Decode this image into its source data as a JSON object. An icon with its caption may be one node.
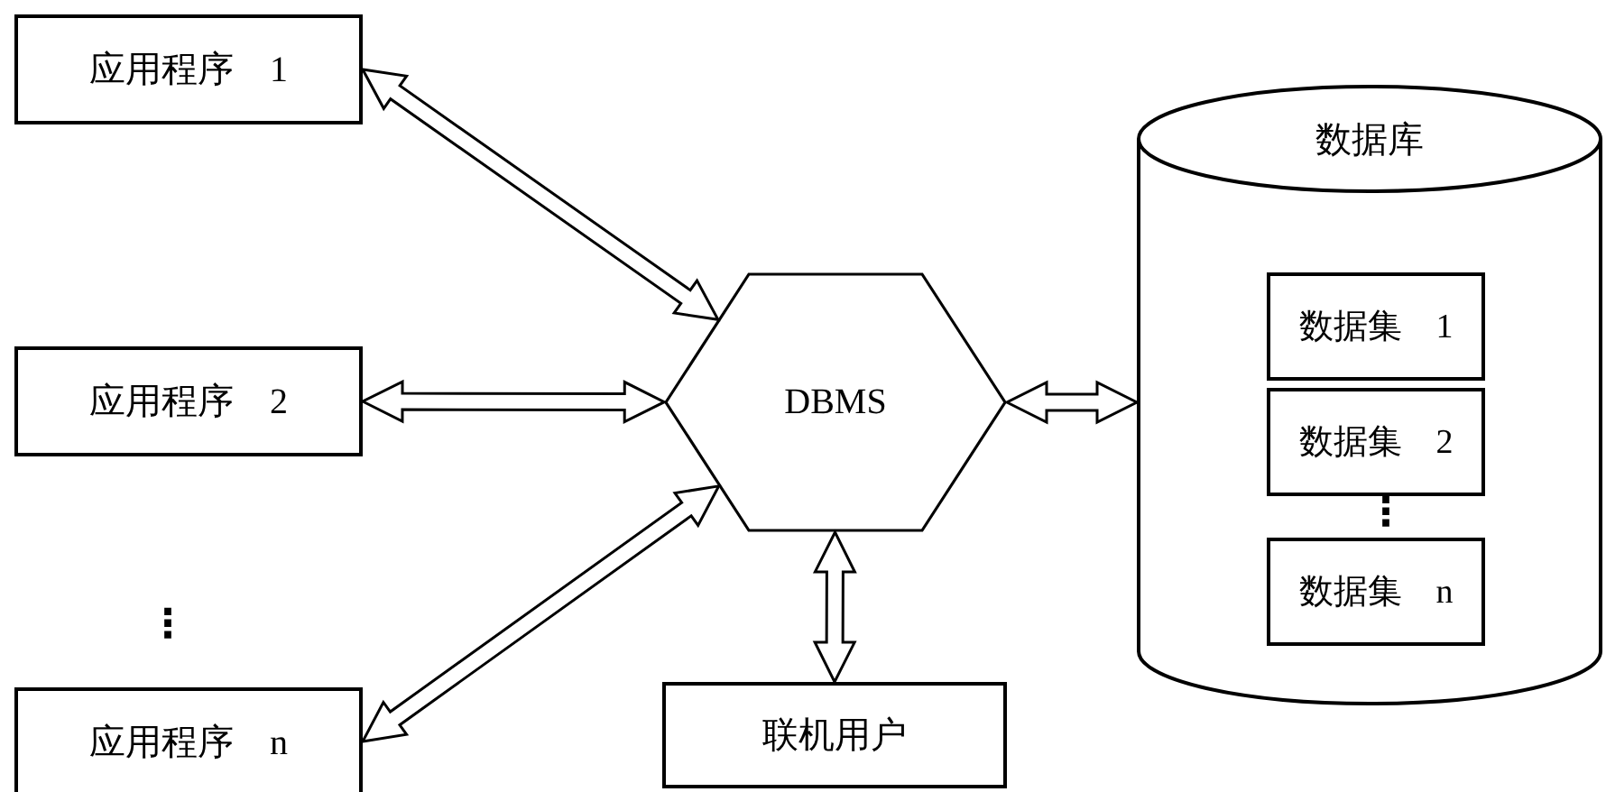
{
  "diagram": {
    "nodes": [
      {
        "text": [
          "应用程序　1"
        ]
      },
      {
        "text": [
          "应用程序　2"
        ]
      },
      {
        "text": [
          "应用程序　n"
        ]
      },
      {
        "text": [
          "DBMS"
        ]
      },
      {
        "text": [
          "联机用户"
        ]
      },
      {
        "text": [
          "数据库"
        ]
      },
      {
        "text": [
          "数据集　1"
        ],
        "in": 5
      },
      {
        "text": [
          "数据集　2"
        ],
        "in": 5
      },
      {
        "text": [
          "数据集　n"
        ],
        "in": 5
      }
    ],
    "edges": [
      {
        "from": 0,
        "to": 3,
        "arrow": "both"
      },
      {
        "from": 1,
        "to": 3,
        "arrow": "both"
      },
      {
        "from": 2,
        "to": 3,
        "arrow": "both"
      },
      {
        "from": 3,
        "to": 5,
        "arrow": "both"
      },
      {
        "from": 3,
        "to": 4,
        "arrow": "both"
      }
    ],
    "labels": [
      "⋮",
      "⋮"
    ]
  }
}
